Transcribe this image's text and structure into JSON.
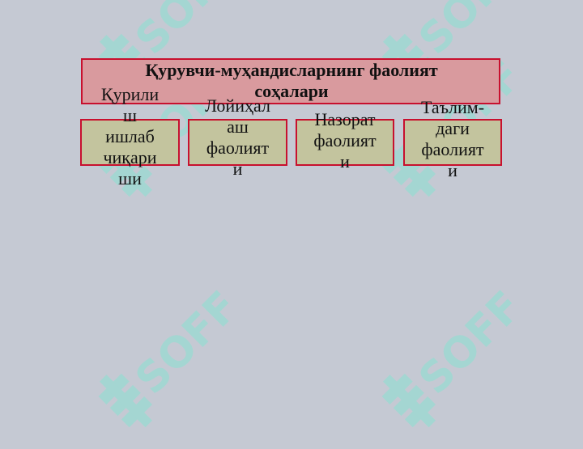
{
  "watermark": {
    "brand": "SOFF",
    "icon": "soff-logo-icon",
    "color": "#9fd9d2"
  },
  "diagram": {
    "title_lines": [
      "Қурувчи-муҳандисларнинг фаолият",
      "соҳалари"
    ],
    "title_fill": "#d99a9e",
    "border_color": "#c8102e",
    "box_fill": "#c3c49e",
    "boxes": [
      {
        "lines": [
          "Қурили",
          "ш",
          "ишлаб",
          "чиқари",
          "ши"
        ]
      },
      {
        "lines": [
          "Лойиҳал",
          "аш",
          "фаолият",
          "и"
        ]
      },
      {
        "lines": [
          "Назорат",
          "фаолият",
          "и"
        ]
      },
      {
        "lines": [
          "Таълим-",
          "даги",
          "фаолият",
          "и"
        ]
      }
    ]
  }
}
